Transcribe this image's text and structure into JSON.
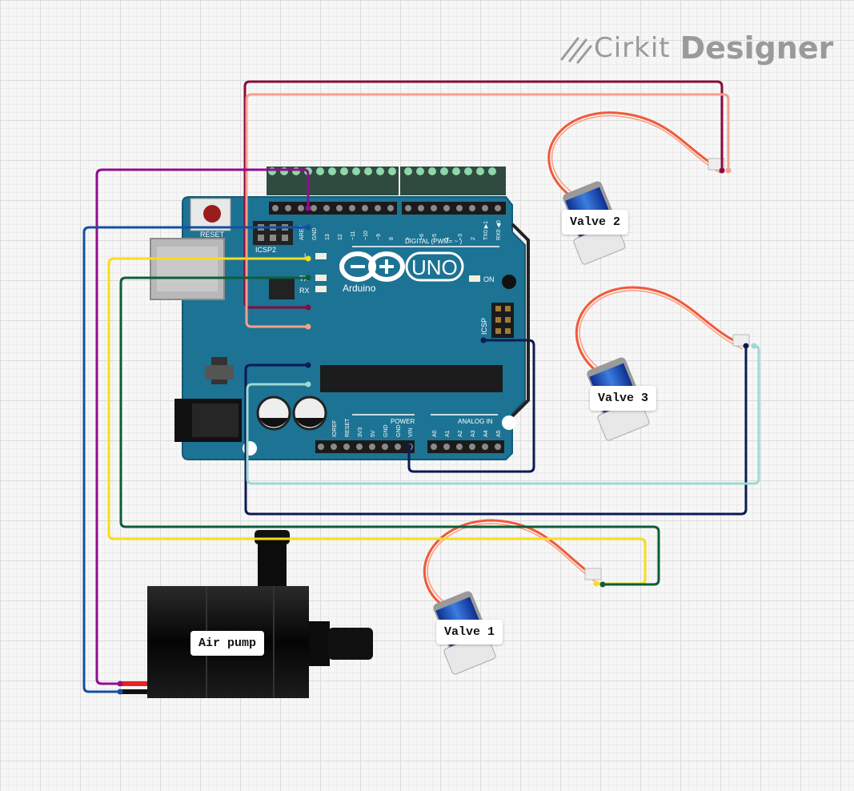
{
  "brand": {
    "name_light": "Cirkit",
    "name_bold": "Designer"
  },
  "board": {
    "model_label": "UNO",
    "maker_label": "Arduino",
    "reset_label": "RESET",
    "icsp2_label": "ICSP2",
    "icsp_label": "ICSP",
    "on_label": "ON",
    "tx_label": "TX",
    "rx_label": "RX",
    "l_label": "L",
    "digital_label": "DIGITAL (PWM= ~ )",
    "power_label": "POWER",
    "analog_label": "ANALOG IN",
    "top_pins": [
      "AREF",
      "GND",
      "13",
      "12",
      "~11",
      "~10",
      "~9",
      "8",
      "7",
      "~6",
      "~5",
      "4",
      "~3",
      "2",
      "TX0 ▶1",
      "RX0 ◀0"
    ],
    "power_pins": [
      "IOREF",
      "RESET",
      "3V3",
      "5V",
      "GND",
      "GND",
      "VIN"
    ],
    "analog_pins": [
      "A0",
      "A1",
      "A2",
      "A3",
      "A4",
      "A5"
    ]
  },
  "components": {
    "valve1": "Valve 1",
    "valve2": "Valve 2",
    "valve3": "Valve 3",
    "pump": "Air pump"
  },
  "wire_colors": {
    "maroon": "#8b0a3e",
    "salmon": "#f4a08a",
    "purple": "#8f0f8f",
    "blue": "#1350a0",
    "yellow": "#f5dd1e",
    "green": "#0d5e37",
    "navy": "#0b1a55",
    "teal": "#9fd8d2"
  }
}
